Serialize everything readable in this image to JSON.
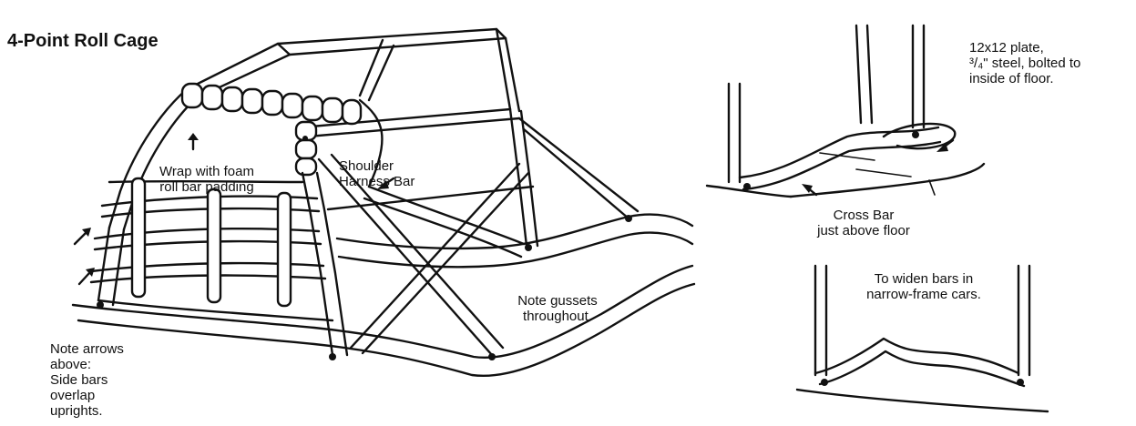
{
  "title": "4-Point Roll Cage",
  "labels": {
    "foam_padding": [
      "Wrap with foam",
      "roll bar padding"
    ],
    "shoulder_harness": [
      "Shoulder",
      "Harness Bar"
    ],
    "gussets": [
      "Note gussets",
      "throughout."
    ],
    "note_arrows": [
      "Note arrows",
      "above:",
      "Side bars",
      "overlap",
      "uprights."
    ],
    "plate": [
      "12x12 plate,",
      "³/₄\" steel, bolted to",
      "inside of floor."
    ],
    "cross_bar": [
      "Cross Bar",
      "just above floor"
    ],
    "widen_bars": [
      "To widen bars in",
      "narrow-frame cars."
    ]
  }
}
